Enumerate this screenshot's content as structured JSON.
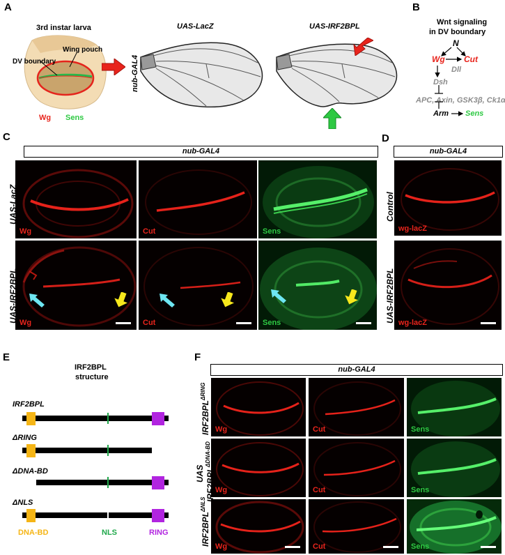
{
  "panels": [
    "A",
    "B",
    "C",
    "D",
    "E",
    "F"
  ],
  "panelA": {
    "larva_title": "3rd instar larva",
    "wing_pouch": "Wing pouch",
    "dv_boundary": "DV boundary",
    "legend_wg": "Wg",
    "legend_sens": "Sens",
    "driver": "nub-GAL4",
    "wing1_title": "UAS-LacZ",
    "wing2_title": "UAS-IRF2BPL"
  },
  "panelB": {
    "title_line1": "Wnt signaling",
    "title_line2": "in DV boundary",
    "n": "N",
    "wg": "Wg",
    "cut": "Cut",
    "dll": "Dll",
    "dsh": "Dsh",
    "destruction": "APC, Axin, GSK3β, Ck1α",
    "arm": "Arm",
    "sens": "Sens"
  },
  "panelC": {
    "bar": "nub-GAL4",
    "row1": "UAS-LacZ",
    "row2": "UAS-IRF2BPL",
    "channels": [
      "Wg",
      "Cut",
      "Sens"
    ]
  },
  "panelD": {
    "bar": "nub-GAL4",
    "row1": "Control",
    "row2": "UAS-IRF2BPL",
    "channel": "wg-lacZ"
  },
  "panelE": {
    "title_line1": "IRF2BPL",
    "title_line2": "structure",
    "constructs": [
      "IRF2BPL",
      "ΔRING",
      "ΔDNA-BD",
      "ΔNLS"
    ],
    "legend": [
      "DNA-BD",
      "NLS",
      "RING"
    ],
    "colors": {
      "dna_bd": "#f5b516",
      "nls": "#1fa84a",
      "ring": "#b124e0"
    }
  },
  "panelF": {
    "bar": "nub-GAL4",
    "row1_base": "IRF2BPL",
    "row1_sup": "ΔRING",
    "row2_prefix": "UAS",
    "row2_base": "IRF2BPL",
    "row2_sup": "ΔDNA-BD",
    "row3_base": "IRF2BPL",
    "row3_sup": "ΔNLS",
    "channels": [
      "Wg",
      "Cut",
      "Sens"
    ]
  }
}
